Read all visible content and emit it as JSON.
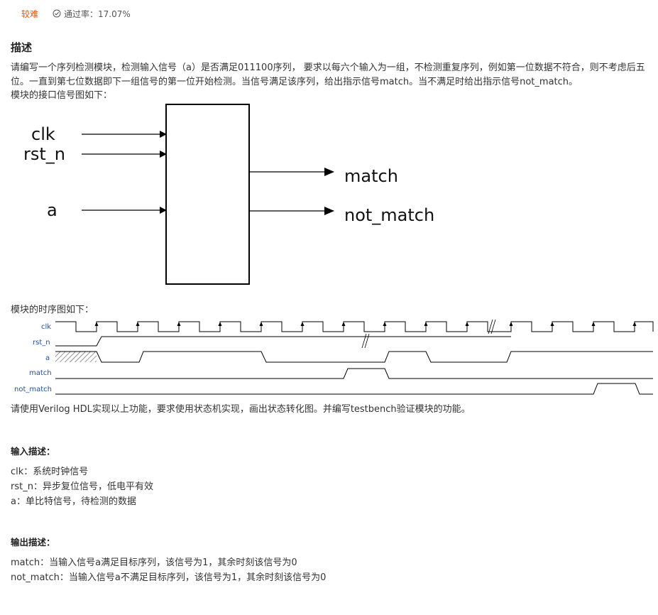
{
  "header": {
    "difficulty": "较难",
    "pass_rate": "通过率：17.07%"
  },
  "description": {
    "title": "描述",
    "paragraph": "请编写一个序列检测模块，检测输入信号（a）是否满足011100序列， 要求以每六个输入为一组，不检测重复序列，例如第一位数据不符合，则不考虑后五位。一直到第七位数据即下一组信号的第一位开始检测。当信号满足该序列，给出指示信号match。当不满足时给出指示信号not_match。",
    "interface_caption": "模块的接口信号图如下：",
    "timing_caption": "模块的时序图如下：",
    "instruction": "请使用Verilog HDL实现以上功能，要求使用状态机实现，画出状态转化图。并编写testbench验证模块的功能。"
  },
  "block_diagram": {
    "inputs": [
      "clk",
      "rst_n",
      "a"
    ],
    "outputs": [
      "match",
      "not_match"
    ]
  },
  "timing_diagram": {
    "signals": [
      "clk",
      "rst_n",
      "a",
      "match",
      "not_match"
    ]
  },
  "input_desc": {
    "title": "输入描述：",
    "items": [
      "clk：系统时钟信号",
      "rst_n：异步复位信号，低电平有效",
      "a：单比特信号，待检测的数据"
    ]
  },
  "output_desc": {
    "title": "输出描述：",
    "items": [
      "match：当输入信号a满足目标序列，该信号为1，其余时刻该信号为0",
      "not_match：当输入信号a不满足目标序列，该信号为1，其余时刻该信号为0"
    ]
  },
  "colors": {
    "difficulty": "#e4570c",
    "signal_label": "#1f4e9c"
  }
}
